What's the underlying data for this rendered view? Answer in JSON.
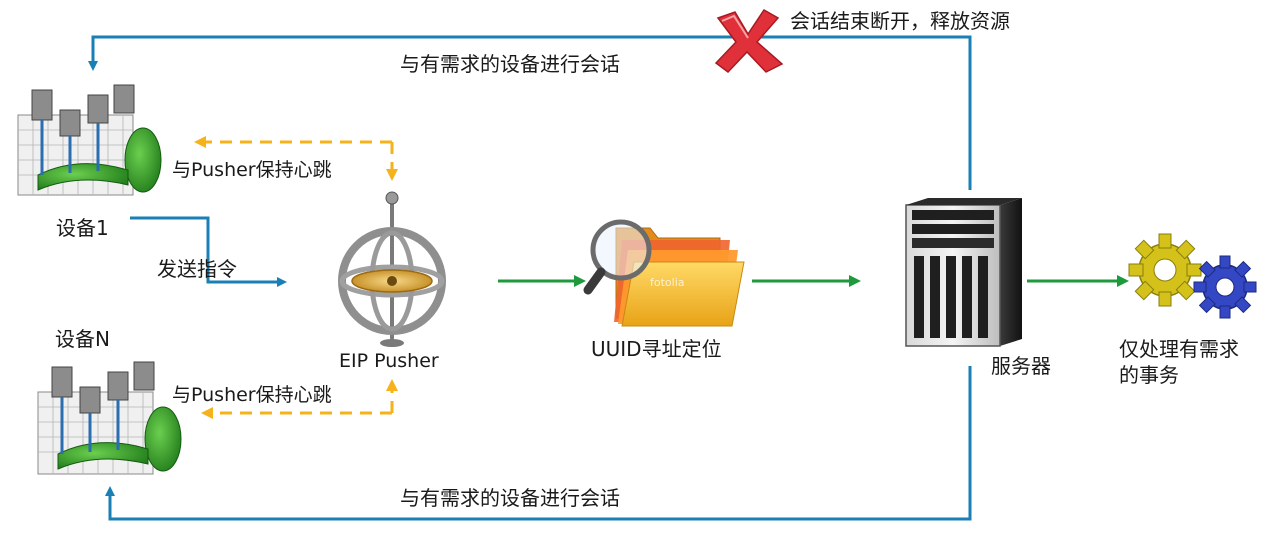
{
  "labels": {
    "top_session": "与有需求的设备进行会话",
    "session_end": "会话结束断开，释放资源",
    "heartbeat_top": "与Pusher保持心跳",
    "device1": "设备1",
    "send_cmd": "发送指令",
    "eip_pusher": "EIP Pusher",
    "uuid": "UUID寻址定位",
    "server": "服务器",
    "result_line1": "仅处理有需求",
    "result_line2": "的事务",
    "deviceN": "设备N",
    "heartbeat_bottom": "与Pusher保持心跳",
    "bottom_session": "与有需求的设备进行会话",
    "watermark": "fotolia"
  },
  "colors": {
    "blue_line": "#1a7fb5",
    "green_arrow": "#1e9a3c",
    "orange_dash": "#f5b21a",
    "red_x": "#e0313a"
  },
  "icons": {
    "device": "engine-icon",
    "pusher": "gyroscope-icon",
    "uuid": "folder-magnifier-icon",
    "server": "server-tower-icon",
    "result": "gears-icon",
    "disconnect": "red-x-icon"
  }
}
